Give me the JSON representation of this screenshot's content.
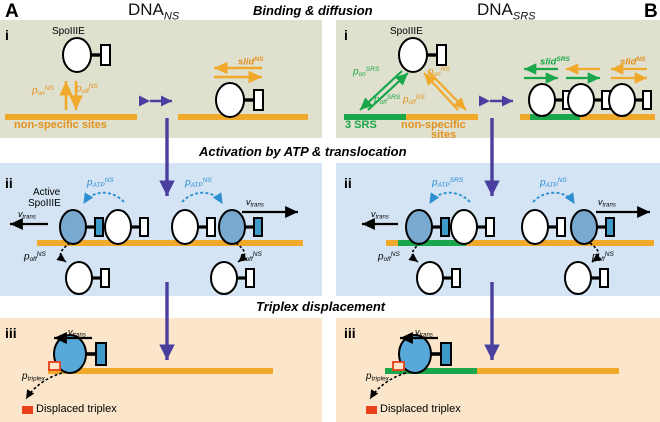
{
  "figure": {
    "panel_a_letter": "A",
    "panel_b_letter": "B",
    "dna_ns_title": "DNA",
    "dna_ns_sub": "NS",
    "dna_srs_title": "DNA",
    "dna_srs_sub": "SRS",
    "step_titles": {
      "row1": "Binding & diffusion",
      "row2": "Activation by ATP & translocation",
      "row3": "Triplex displacement"
    },
    "roman": {
      "i": "i",
      "ii": "ii",
      "iii": "iii"
    }
  },
  "colors": {
    "row1_bg": "#dfe0cd",
    "row2_bg": "#d4e4f4",
    "row3_bg": "#fbe6cb",
    "dna_ns": "#f0a92a",
    "dna_srs": "#1aa64b",
    "protein_inactive_fill": "#ffffff",
    "protein_active_fill": "#7aa9cf",
    "protein_translocating_fill": "#58a9da",
    "arrow_ns": "#f0a92a",
    "arrow_srs": "#1aa64b",
    "arrow_atp": "#2b8fd0",
    "arrow_step": "#4a3f9e",
    "triplex": "#e8411a"
  },
  "panel_a": {
    "i": {
      "protein_label": "SpoIIIE",
      "rate_on": {
        "base": "p",
        "sub": "on",
        "sup": "NS"
      },
      "rate_off": {
        "base": "p",
        "sub": "off",
        "sup": "NS"
      },
      "dna_caption": "non-specific sites",
      "slide_label": {
        "base": "slid",
        "sup": "NS"
      }
    },
    "ii": {
      "active_label_line1": "Active",
      "active_label_line2": "SpoIIIE",
      "rate_atp_left": {
        "base": "p",
        "sub": "ATP",
        "sup": "NS"
      },
      "rate_atp_right": {
        "base": "p",
        "sub": "ATP",
        "sup": "NS"
      },
      "rate_off_left": {
        "base": "p",
        "sub": "off",
        "sup": "NS"
      },
      "rate_off_right": {
        "base": "p",
        "sub": "off",
        "sup": "NS"
      },
      "v_trans_left": {
        "base": "v",
        "sub": "trans"
      },
      "v_trans_right": {
        "base": "v",
        "sub": "trans"
      }
    },
    "iii": {
      "v_trans": {
        "base": "v",
        "sub": "trans"
      },
      "rate_triplex": {
        "base": "p",
        "sub": "triplex"
      },
      "displaced_caption": "Displaced triplex"
    }
  },
  "panel_b": {
    "i": {
      "protein_label": "SpoIIIE",
      "rate_on_srs": {
        "base": "p",
        "sub": "on",
        "sup": "SRS"
      },
      "rate_off_srs": {
        "base": "p",
        "sub": "off",
        "sup": "SRS"
      },
      "rate_on_ns": {
        "base": "p",
        "sub": "on",
        "sup": "NS"
      },
      "rate_off_ns": {
        "base": "p",
        "sub": "off",
        "sup": "NS"
      },
      "srs_caption": "3 SRS",
      "ns_caption_line1": "non-specific",
      "ns_caption_line2": "sites",
      "slide_srs": {
        "base": "slid",
        "sup": "SRS"
      },
      "slide_ns": {
        "base": "slid",
        "sup": "NS"
      }
    },
    "ii": {
      "rate_atp_left": {
        "base": "p",
        "sub": "ATP",
        "sup": "SRS"
      },
      "rate_atp_right": {
        "base": "p",
        "sub": "ATP",
        "sup": "NS"
      },
      "rate_off_left": {
        "base": "p",
        "sub": "off",
        "sup": "NS"
      },
      "rate_off_right": {
        "base": "p",
        "sub": "off",
        "sup": "NS"
      },
      "v_trans_left": {
        "base": "v",
        "sub": "trans"
      },
      "v_trans_right": {
        "base": "v",
        "sub": "trans"
      }
    },
    "iii": {
      "v_trans": {
        "base": "v",
        "sub": "trans"
      },
      "rate_triplex": {
        "base": "p",
        "sub": "triplex"
      },
      "displaced_caption": "Displaced triplex"
    }
  }
}
